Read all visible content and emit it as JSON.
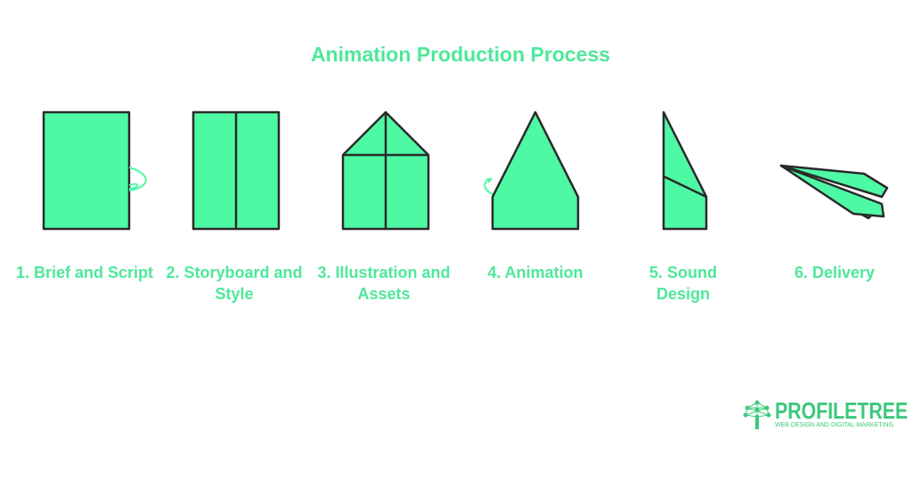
{
  "title": "Animation Production Process",
  "steps": [
    {
      "label": "1. Brief and Script"
    },
    {
      "label": "2. Storyboard and Style"
    },
    {
      "label": "3. Illustration and Assets"
    },
    {
      "label": "4. Animation"
    },
    {
      "label": "5. Sound Design"
    },
    {
      "label": "6. Delivery"
    }
  ],
  "logo": {
    "name": "PROFILETREE",
    "tagline": "WEB DESIGN AND DIGITAL MARKETING"
  },
  "colors": {
    "fill": "#4ef9a4",
    "stroke": "#2a2a2a",
    "text": "#4ee89a",
    "logo": "#3cc87c"
  }
}
